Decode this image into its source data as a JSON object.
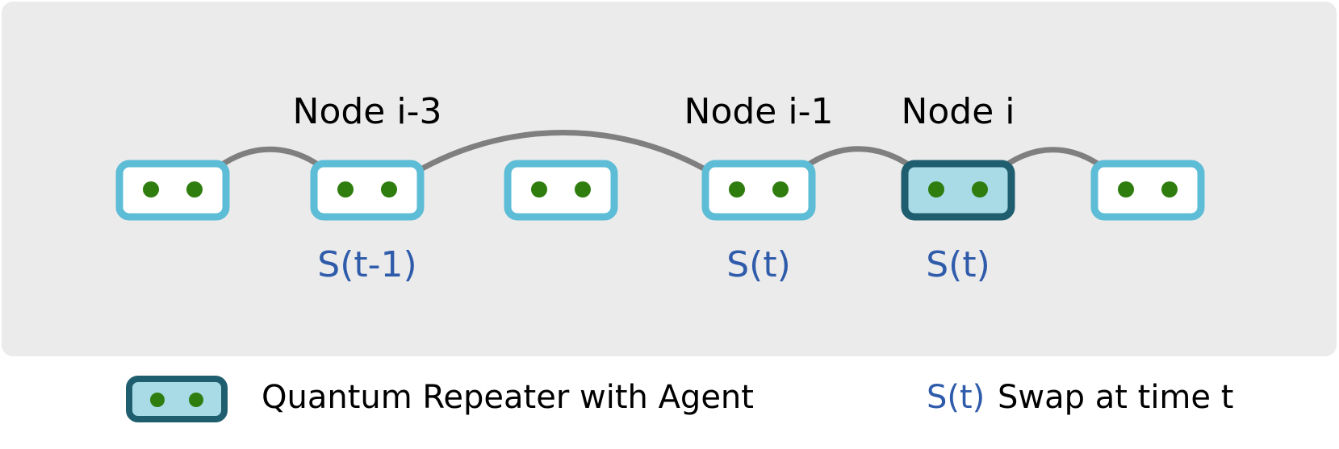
{
  "colors": {
    "panel_bg": "#ebebeb",
    "repeater_border": "#5dbcd6",
    "repeater_fill": "#ffffff",
    "agent_border": "#1f5e6e",
    "agent_fill": "#a8dbe6",
    "qubit": "#2e7d0e",
    "link": "#7f7f7f",
    "swap_text": "#2f5bab",
    "label_text": "#000000"
  },
  "repeaters": [
    {
      "id": "r1",
      "has_agent": false
    },
    {
      "id": "r2",
      "has_agent": false
    },
    {
      "id": "r3",
      "has_agent": false
    },
    {
      "id": "r4",
      "has_agent": false
    },
    {
      "id": "r5",
      "has_agent": true
    },
    {
      "id": "r6",
      "has_agent": false
    }
  ],
  "node_labels": [
    {
      "repeater": 1,
      "text": "Node i-3"
    },
    {
      "repeater": 3,
      "text": "Node i-1"
    },
    {
      "repeater": 4,
      "text": "Node i"
    }
  ],
  "swap_labels": [
    {
      "repeater": 1,
      "text": "S(t-1)"
    },
    {
      "repeater": 3,
      "text": "S(t)"
    },
    {
      "repeater": 4,
      "text": "S(t)"
    }
  ],
  "links": [
    {
      "from": 0,
      "to": 1
    },
    {
      "from": 1,
      "to": 3
    },
    {
      "from": 3,
      "to": 4
    },
    {
      "from": 4,
      "to": 5
    }
  ],
  "legend": {
    "agent_label": "Quantum Repeater with Agent",
    "swap_symbol": "S(t)",
    "swap_description": "Swap at time t"
  }
}
